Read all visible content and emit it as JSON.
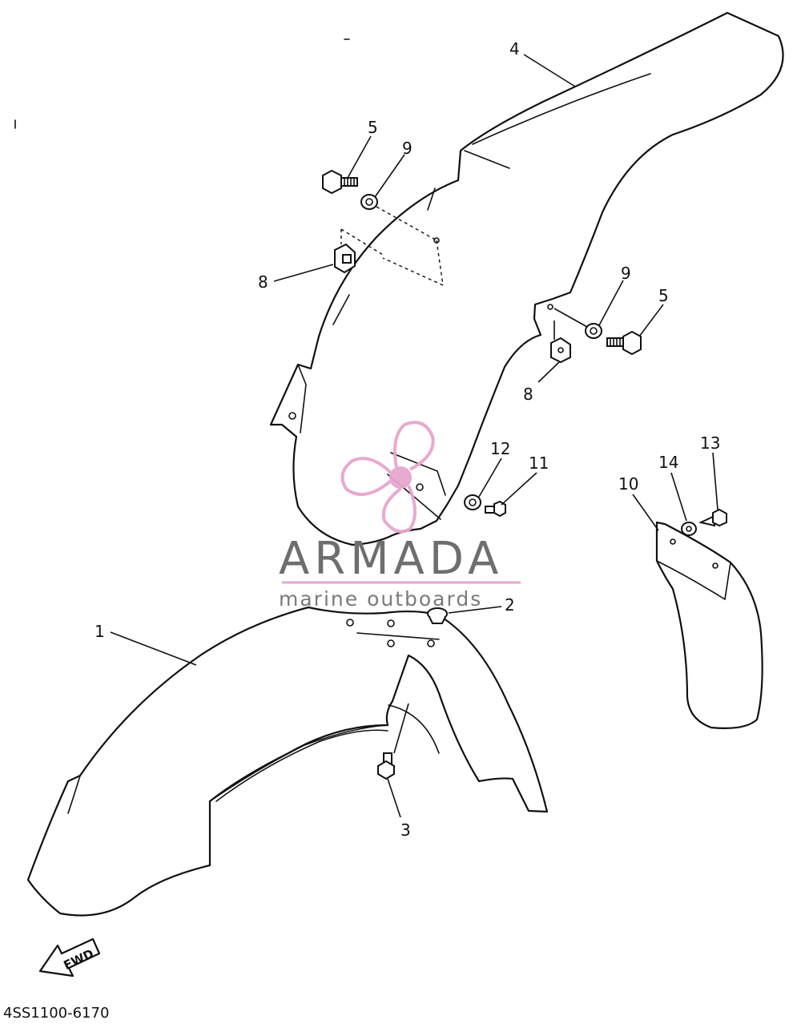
{
  "diagram_code": "4SS1100-6170",
  "arrow_label": "FWD",
  "watermark": {
    "title": "ARMADA",
    "subtitle": "marine outboards",
    "accent": "#e7a6cc",
    "text_color": "#6e6e6e"
  },
  "callouts": [
    "1",
    "2",
    "3",
    "4",
    "5",
    "9",
    "8",
    "9",
    "5",
    "8",
    "12",
    "11",
    "10",
    "14",
    "13"
  ]
}
